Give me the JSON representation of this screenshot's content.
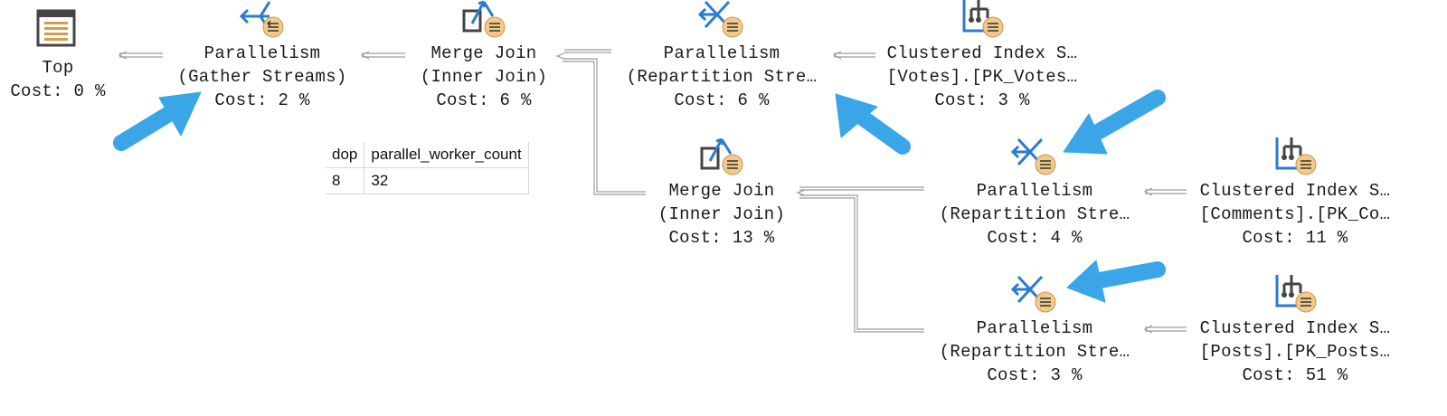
{
  "plan": {
    "nodes": [
      {
        "id": "top",
        "line1": "Top",
        "line2": "",
        "cost": "Cost: 0 %"
      },
      {
        "id": "gather",
        "line1": "Parallelism",
        "line2": "(Gather Streams)",
        "cost": "Cost: 2 %"
      },
      {
        "id": "merge1",
        "line1": "Merge Join",
        "line2": "(Inner Join)",
        "cost": "Cost: 6 %"
      },
      {
        "id": "repart1",
        "line1": "Parallelism",
        "line2": "(Repartition Stre…",
        "cost": "Cost: 6 %"
      },
      {
        "id": "cix_votes",
        "line1": "Clustered Index S…",
        "line2": "[Votes].[PK_Votes…",
        "cost": "Cost: 3 %"
      },
      {
        "id": "merge2",
        "line1": "Merge Join",
        "line2": "(Inner Join)",
        "cost": "Cost: 13 %"
      },
      {
        "id": "repart2",
        "line1": "Parallelism",
        "line2": "(Repartition Stre…",
        "cost": "Cost: 4 %"
      },
      {
        "id": "cix_comments",
        "line1": "Clustered Index S…",
        "line2": "[Comments].[PK_Co…",
        "cost": "Cost: 11 %"
      },
      {
        "id": "repart3",
        "line1": "Parallelism",
        "line2": "(Repartition Stre…",
        "cost": "Cost: 3 %"
      },
      {
        "id": "cix_posts",
        "line1": "Clustered Index S…",
        "line2": "[Posts].[PK_Posts…",
        "cost": "Cost: 51 %"
      }
    ]
  },
  "stats": {
    "headers": [
      "dop",
      "parallel_worker_count"
    ],
    "row": [
      "8",
      "32"
    ]
  },
  "colors": {
    "annotation_arrow": "#3aa6e8",
    "icon_blue": "#2a7bd1",
    "icon_dark": "#4a4a4a",
    "badge_fill": "#f2c98a",
    "connector": "#a0a0a0"
  }
}
